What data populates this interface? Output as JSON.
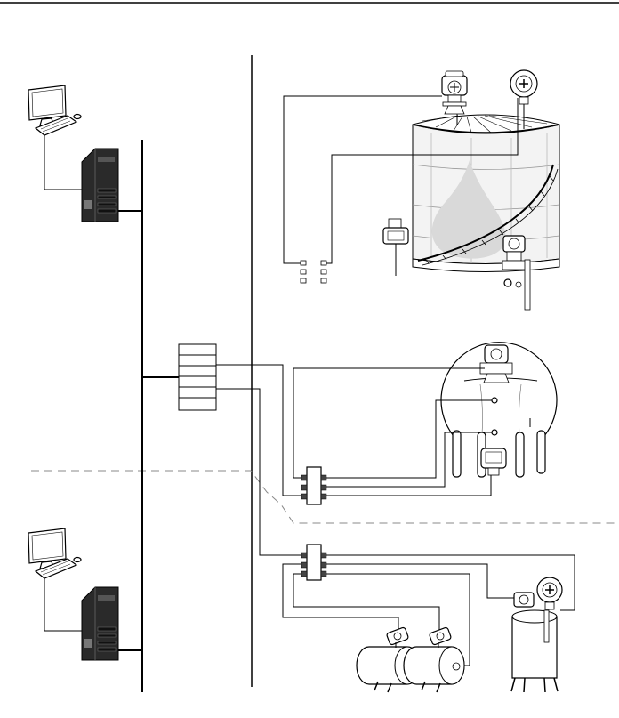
{
  "diagram": {
    "kind": "plant network topology",
    "workstations": [
      {
        "name": "upper-workstation"
      },
      {
        "name": "lower-workstation"
      }
    ],
    "field_units": [
      {
        "name": "storage-tank",
        "instruments": [
          "radar-level-transmitter",
          "temperature-transmitter",
          "pressure-transmitter",
          "tank-side-indicator"
        ]
      },
      {
        "name": "spherical-vessel",
        "instruments": [
          "top-radar-transmitter",
          "side-display-transmitter"
        ]
      },
      {
        "name": "horizontal-tanks",
        "instruments": [
          "tank-transmitter-a",
          "tank-transmitter-b"
        ]
      },
      {
        "name": "process-vessel",
        "instruments": [
          "vessel-radar-transmitter",
          "vessel-display-unit"
        ]
      }
    ],
    "junction_boxes": 2,
    "colors": {
      "line": "#000000",
      "zone_divider": "#888888",
      "tank_fill": "#f3f3f3",
      "liquid_drop": "#d9d9d9",
      "pc_case": "#2a2a2a"
    }
  }
}
